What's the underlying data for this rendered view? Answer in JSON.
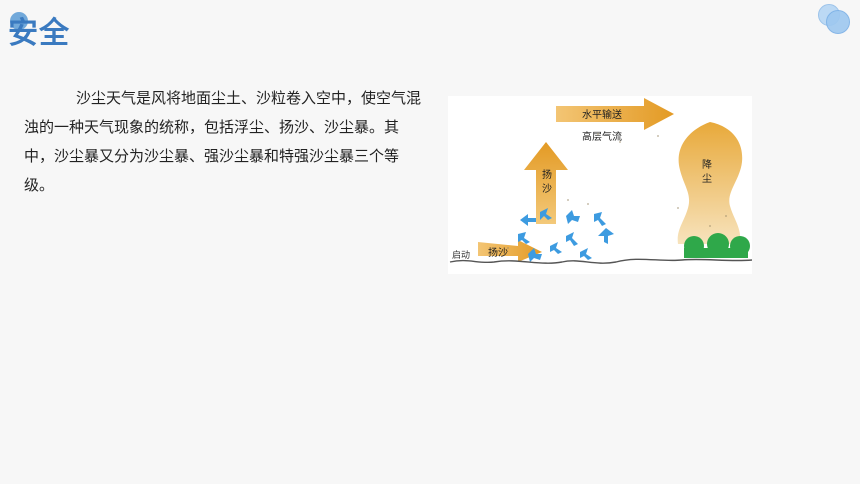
{
  "header": {
    "title": "安全"
  },
  "content": {
    "paragraph": "沙尘天气是风将地面尘土、沙粒卷入空中，使空气混浊的一种天气现象的统称，包括浮尘、扬沙、沙尘暴。其中，沙尘暴又分为沙尘暴、强沙尘暴和特强沙尘暴三个等级。"
  },
  "diagram": {
    "labels": {
      "horizontal_transport": "水平输送",
      "upper_airflow": "高层气流",
      "uplift_sand": "扬沙",
      "dust_fall": "降尘",
      "start": "启动",
      "sand_raise": "扬沙"
    },
    "colors": {
      "arrow": "#e8a93a",
      "swirl": "#3d9be0",
      "tree": "#2fa84a"
    }
  }
}
